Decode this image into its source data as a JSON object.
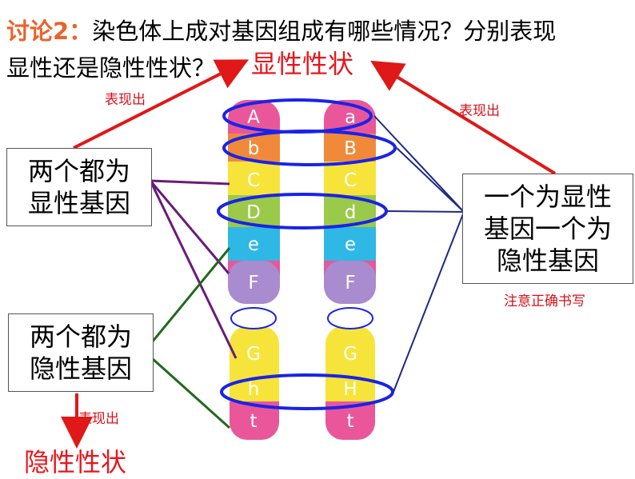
{
  "title": {
    "label": "讨论2：",
    "line1_text": "染色体上成对基因组成有哪些情况？分别表现",
    "line2_text": "显性还是隐性性状？"
  },
  "traits": {
    "dominant": "显性性状",
    "recessive": "隐性性状"
  },
  "arrow_labels": {
    "left_top": "表现出",
    "right_top": "表现出",
    "left_bottom": "表现出"
  },
  "boxes": {
    "both_dominant": [
      "两个都为",
      "显性基因"
    ],
    "both_recessive": [
      "两个都为",
      "隐性基因"
    ],
    "one_each": [
      "一个为显性",
      "基因一个为",
      "隐性基因"
    ]
  },
  "note": "注意正确书写",
  "chromosomes": {
    "left_alleles": [
      "A",
      "b",
      "C",
      "D",
      "e",
      "F",
      "G",
      "h",
      "t"
    ],
    "right_alleles": [
      "a",
      "B",
      "C",
      "d",
      "e",
      "F",
      "G",
      "H",
      "t"
    ]
  },
  "colors": {
    "title_label": "#e8632b",
    "trait_red": "#e8161c",
    "ellipse_blue": "#1a23e6",
    "purple_line": "#6a1b7a",
    "green_line": "#1f6b1a",
    "navy_line": "#1d2a80",
    "arrow_red": "#e01818",
    "segment_colors": [
      "#e9579a",
      "#f08a3a",
      "#f7e43a",
      "#9bc94a",
      "#2fb8e6",
      "#a98bd0",
      "#f7e43a",
      "#f7e43a",
      "#e9579a"
    ]
  }
}
